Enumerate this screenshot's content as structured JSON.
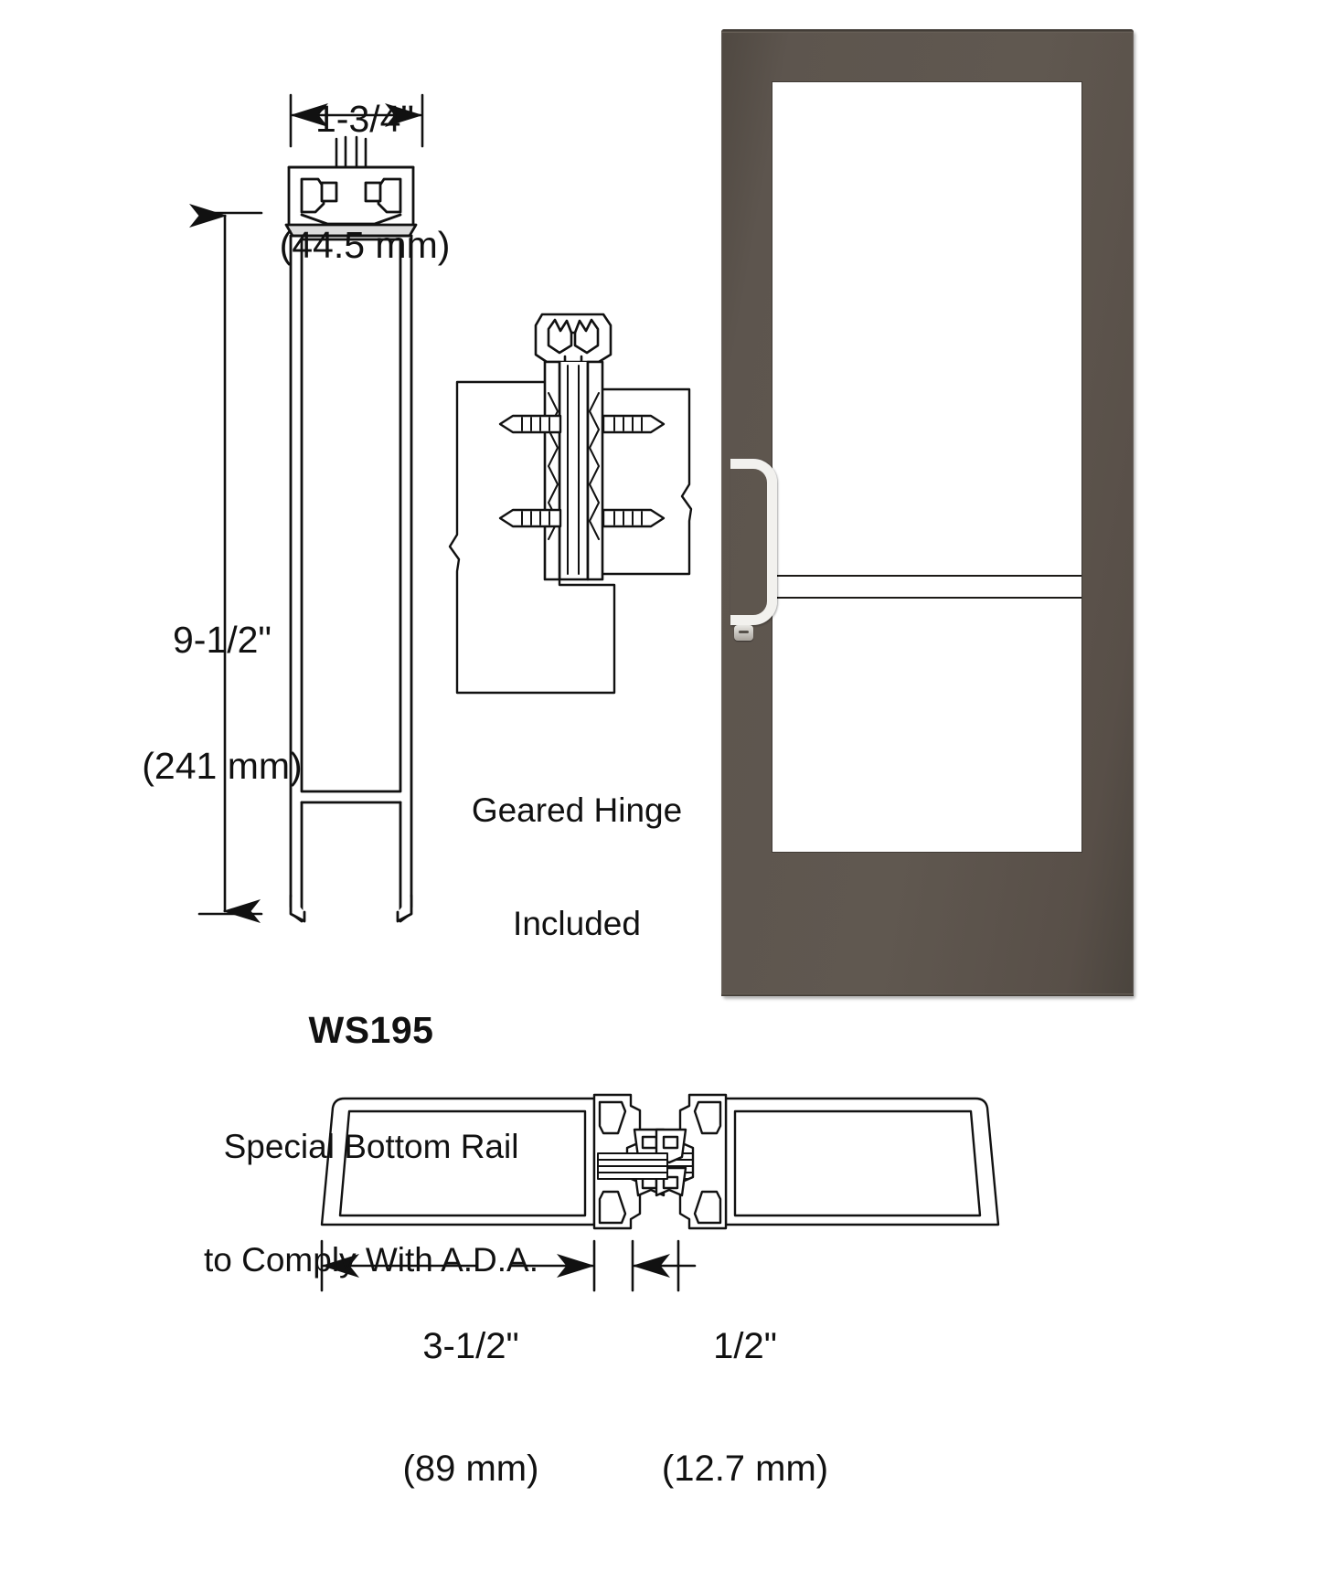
{
  "drawing": {
    "title_code": "WS195",
    "dimensions": {
      "rail_width": {
        "imperial": "1-3/4\"",
        "metric": "(44.5 mm)"
      },
      "rail_height": {
        "imperial": "9-1/2\"",
        "metric": "(241 mm)"
      },
      "stile_depth": {
        "imperial": "3-1/2\"",
        "metric": "(89 mm)"
      },
      "glazing_gap": {
        "imperial": "1/2\"",
        "metric": "(12.7 mm)"
      }
    },
    "labels": {
      "hinge_line1": "Geared Hinge",
      "hinge_line2": "Included",
      "rail_line1": "Special Bottom Rail",
      "rail_line2": "to Comply With A.D.A."
    },
    "colors": {
      "door_finish": "#5a534c",
      "line": "#1a1714",
      "glass": "#ffffff",
      "hardware": "#f2f1ee"
    }
  }
}
